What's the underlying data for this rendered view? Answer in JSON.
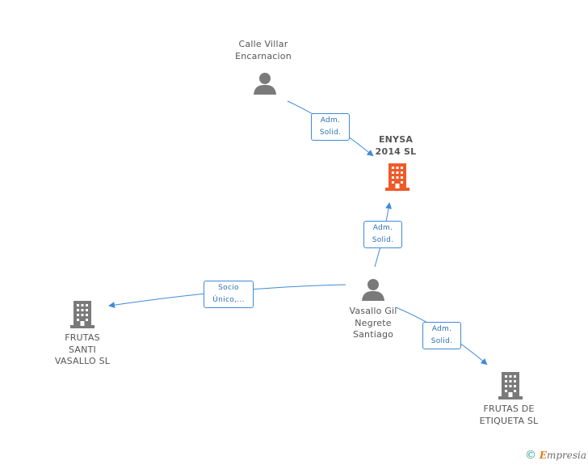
{
  "nodes": {
    "calle_villar": {
      "label": "Calle Villar\nEncarnacion"
    },
    "enysa": {
      "label": "ENYSA\n2014 SL"
    },
    "vasallo_gil": {
      "label": "Vasallo Gil\nNegrete\nSantiago"
    },
    "frutas_santi": {
      "label": "FRUTAS\nSANTI\nVASALLO SL"
    },
    "frutas_etiqueta": {
      "label": "FRUTAS DE\nETIQUETA SL"
    }
  },
  "edges": {
    "calle_to_enysa": {
      "label": "Adm.\nSolid."
    },
    "vasallo_to_enysa": {
      "label": "Adm.\nSolid."
    },
    "vasallo_to_santi": {
      "label": "Socio\nÚnico,..."
    },
    "vasallo_to_etiqueta": {
      "label": "Adm.\nSolid."
    }
  },
  "footer": {
    "copyright_symbol": "©",
    "brand_first": "E",
    "brand_rest": "mpresia"
  },
  "colors": {
    "edge": "#3f8ad8",
    "person": "#7a7a7a",
    "building": "#7a7a7a",
    "main_building": "#f05a28"
  }
}
